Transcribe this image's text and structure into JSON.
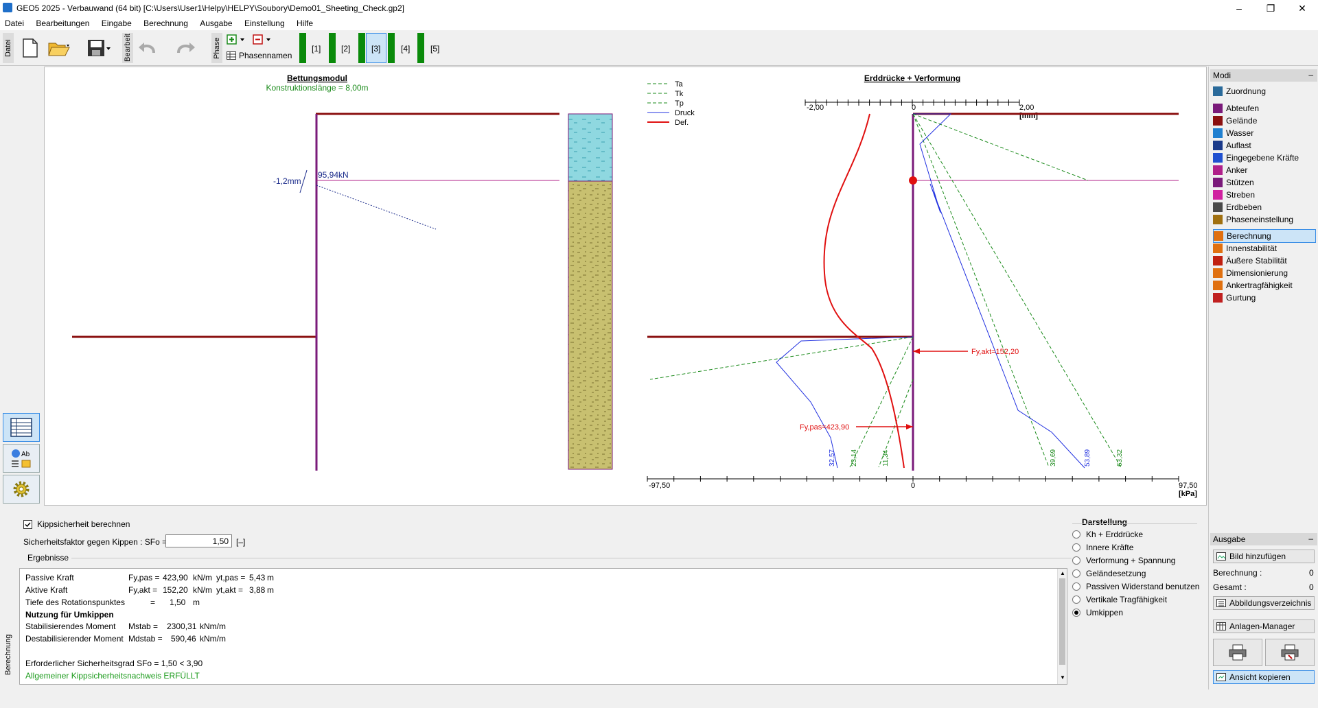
{
  "window": {
    "title": "GEO5 2025 - Verbauwand (64 bit) [C:\\Users\\User1\\Helpy\\HELPY\\Soubory\\Demo01_Sheeting_Check.gp2]",
    "minimize": "–",
    "maximize": "❐",
    "close": "✕"
  },
  "menu": [
    "Datei",
    "Bearbeitungen",
    "Eingabe",
    "Berechnung",
    "Ausgabe",
    "Einstellung",
    "Hilfe"
  ],
  "toolbar": {
    "datei_label": "Datei",
    "bearbeit_label": "Bearbeit",
    "phase_label": "Phase",
    "phasennamen": "Phasennamen",
    "phases": [
      "[1]",
      "[2]",
      "[3]",
      "[4]",
      "[5]"
    ],
    "active_phase": "[3]"
  },
  "canvas": {
    "left_title": "Bettungsmodul",
    "left_subtitle": "Konstruktionslänge = 8,00m",
    "deflection_label": "-1,2mm",
    "anchor_force_label": "95,94kN",
    "right_title": "Erddrücke + Verformung",
    "legend": [
      "Ta",
      "Tk",
      "Tp",
      "Druck",
      "Def."
    ],
    "top_axis": {
      "min_label": "-2,00",
      "zero": "0",
      "max_label": "2,00",
      "unit": "[mm]"
    },
    "bottom_axis": {
      "min_label": "-97,50",
      "zero": "0",
      "max_label": "97,50",
      "unit": "[kPa]"
    },
    "fy_akt_label": "Fy,akt=152,20",
    "fy_pas_label": "Fy,pas=423,90",
    "bottom_values": [
      "32,57",
      "23,14",
      "11,34",
      "39,69",
      "53,89",
      "63,32"
    ]
  },
  "colors": {
    "wall": "#7a1a7a",
    "terrain": "#8b1010",
    "ta": "#1a8a1a",
    "druck": "#2030e0",
    "def": "#e01010",
    "water": "#8fd8e0",
    "soil": "#c8c070",
    "selection": "#cce4f7"
  },
  "modi": {
    "header": "Modi",
    "items": [
      "Zuordnung",
      "Abteufen",
      "Gelände",
      "Wasser",
      "Auflast",
      "Eingegebene Kräfte",
      "Anker",
      "Stützen",
      "Streben",
      "Erdbeben",
      "Phaseneinstellung",
      "Berechnung",
      "Innenstabilität",
      "Äußere Stabilität",
      "Dimensionierung",
      "Ankertragfähigkeit",
      "Gurtung"
    ],
    "active": "Berechnung"
  },
  "ausgabe": {
    "header": "Ausgabe",
    "bild_hinzufuegen": "Bild hinzufügen",
    "berechnung_label": "Berechnung :",
    "berechnung_value": "0",
    "gesamt_label": "Gesamt :",
    "gesamt_value": "0",
    "abbildungsverzeichnis": "Abbildungsverzeichnis",
    "anlagen_manager": "Anlagen-Manager",
    "ansicht_kopieren": "Ansicht kopieren"
  },
  "bottom": {
    "side_label": "Berechnung",
    "checkbox_label": "Kippsicherheit berechnen",
    "sf_label": "Sicherheitsfaktor gegen Kippen : SFo =",
    "sf_value": "1,50",
    "sf_unit": "[–]",
    "results_header": "Ergebnisse",
    "results": {
      "passive": {
        "label": "Passive Kraft",
        "sym": "Fy,pas =",
        "val": "423,90",
        "unit": "kN/m",
        "ysym": "yt,pas =",
        "yval": "5,43",
        "yunit": "m"
      },
      "active": {
        "label": "Aktive Kraft",
        "sym": "Fy,akt =",
        "val": "152,20",
        "unit": "kN/m",
        "ysym": "yt,akt =",
        "yval": "3,88",
        "yunit": "m"
      },
      "tiefe": {
        "label": "Tiefe des Rotationspunktes",
        "sym": "=",
        "val": "1,50",
        "unit": "m"
      },
      "nutzung_header": "Nutzung für Umkippen",
      "stab": {
        "label": "Stabilisierendes Moment",
        "sym": "Mstab =",
        "val": "2300,31",
        "unit": "kNm/m"
      },
      "dstab": {
        "label": "Destabilisierender Moment",
        "sym": "Mdstab =",
        "val": "590,46",
        "unit": "kNm/m"
      },
      "erforderlich": "Erforderlicher Sicherheitsgrad SFo = 1,50 < 3,90",
      "verdict": "Allgemeiner Kippsicherheitsnachweis ERFÜLLT"
    },
    "darstellung": {
      "header": "Darstellung",
      "options": [
        "Kh + Erddrücke",
        "Innere Kräfte",
        "Verformung + Spannung",
        "Geländesetzung",
        "Passiven Widerstand benutzen",
        "Vertikale Tragfähigkeit",
        "Umkippen"
      ],
      "selected": "Umkippen"
    }
  }
}
